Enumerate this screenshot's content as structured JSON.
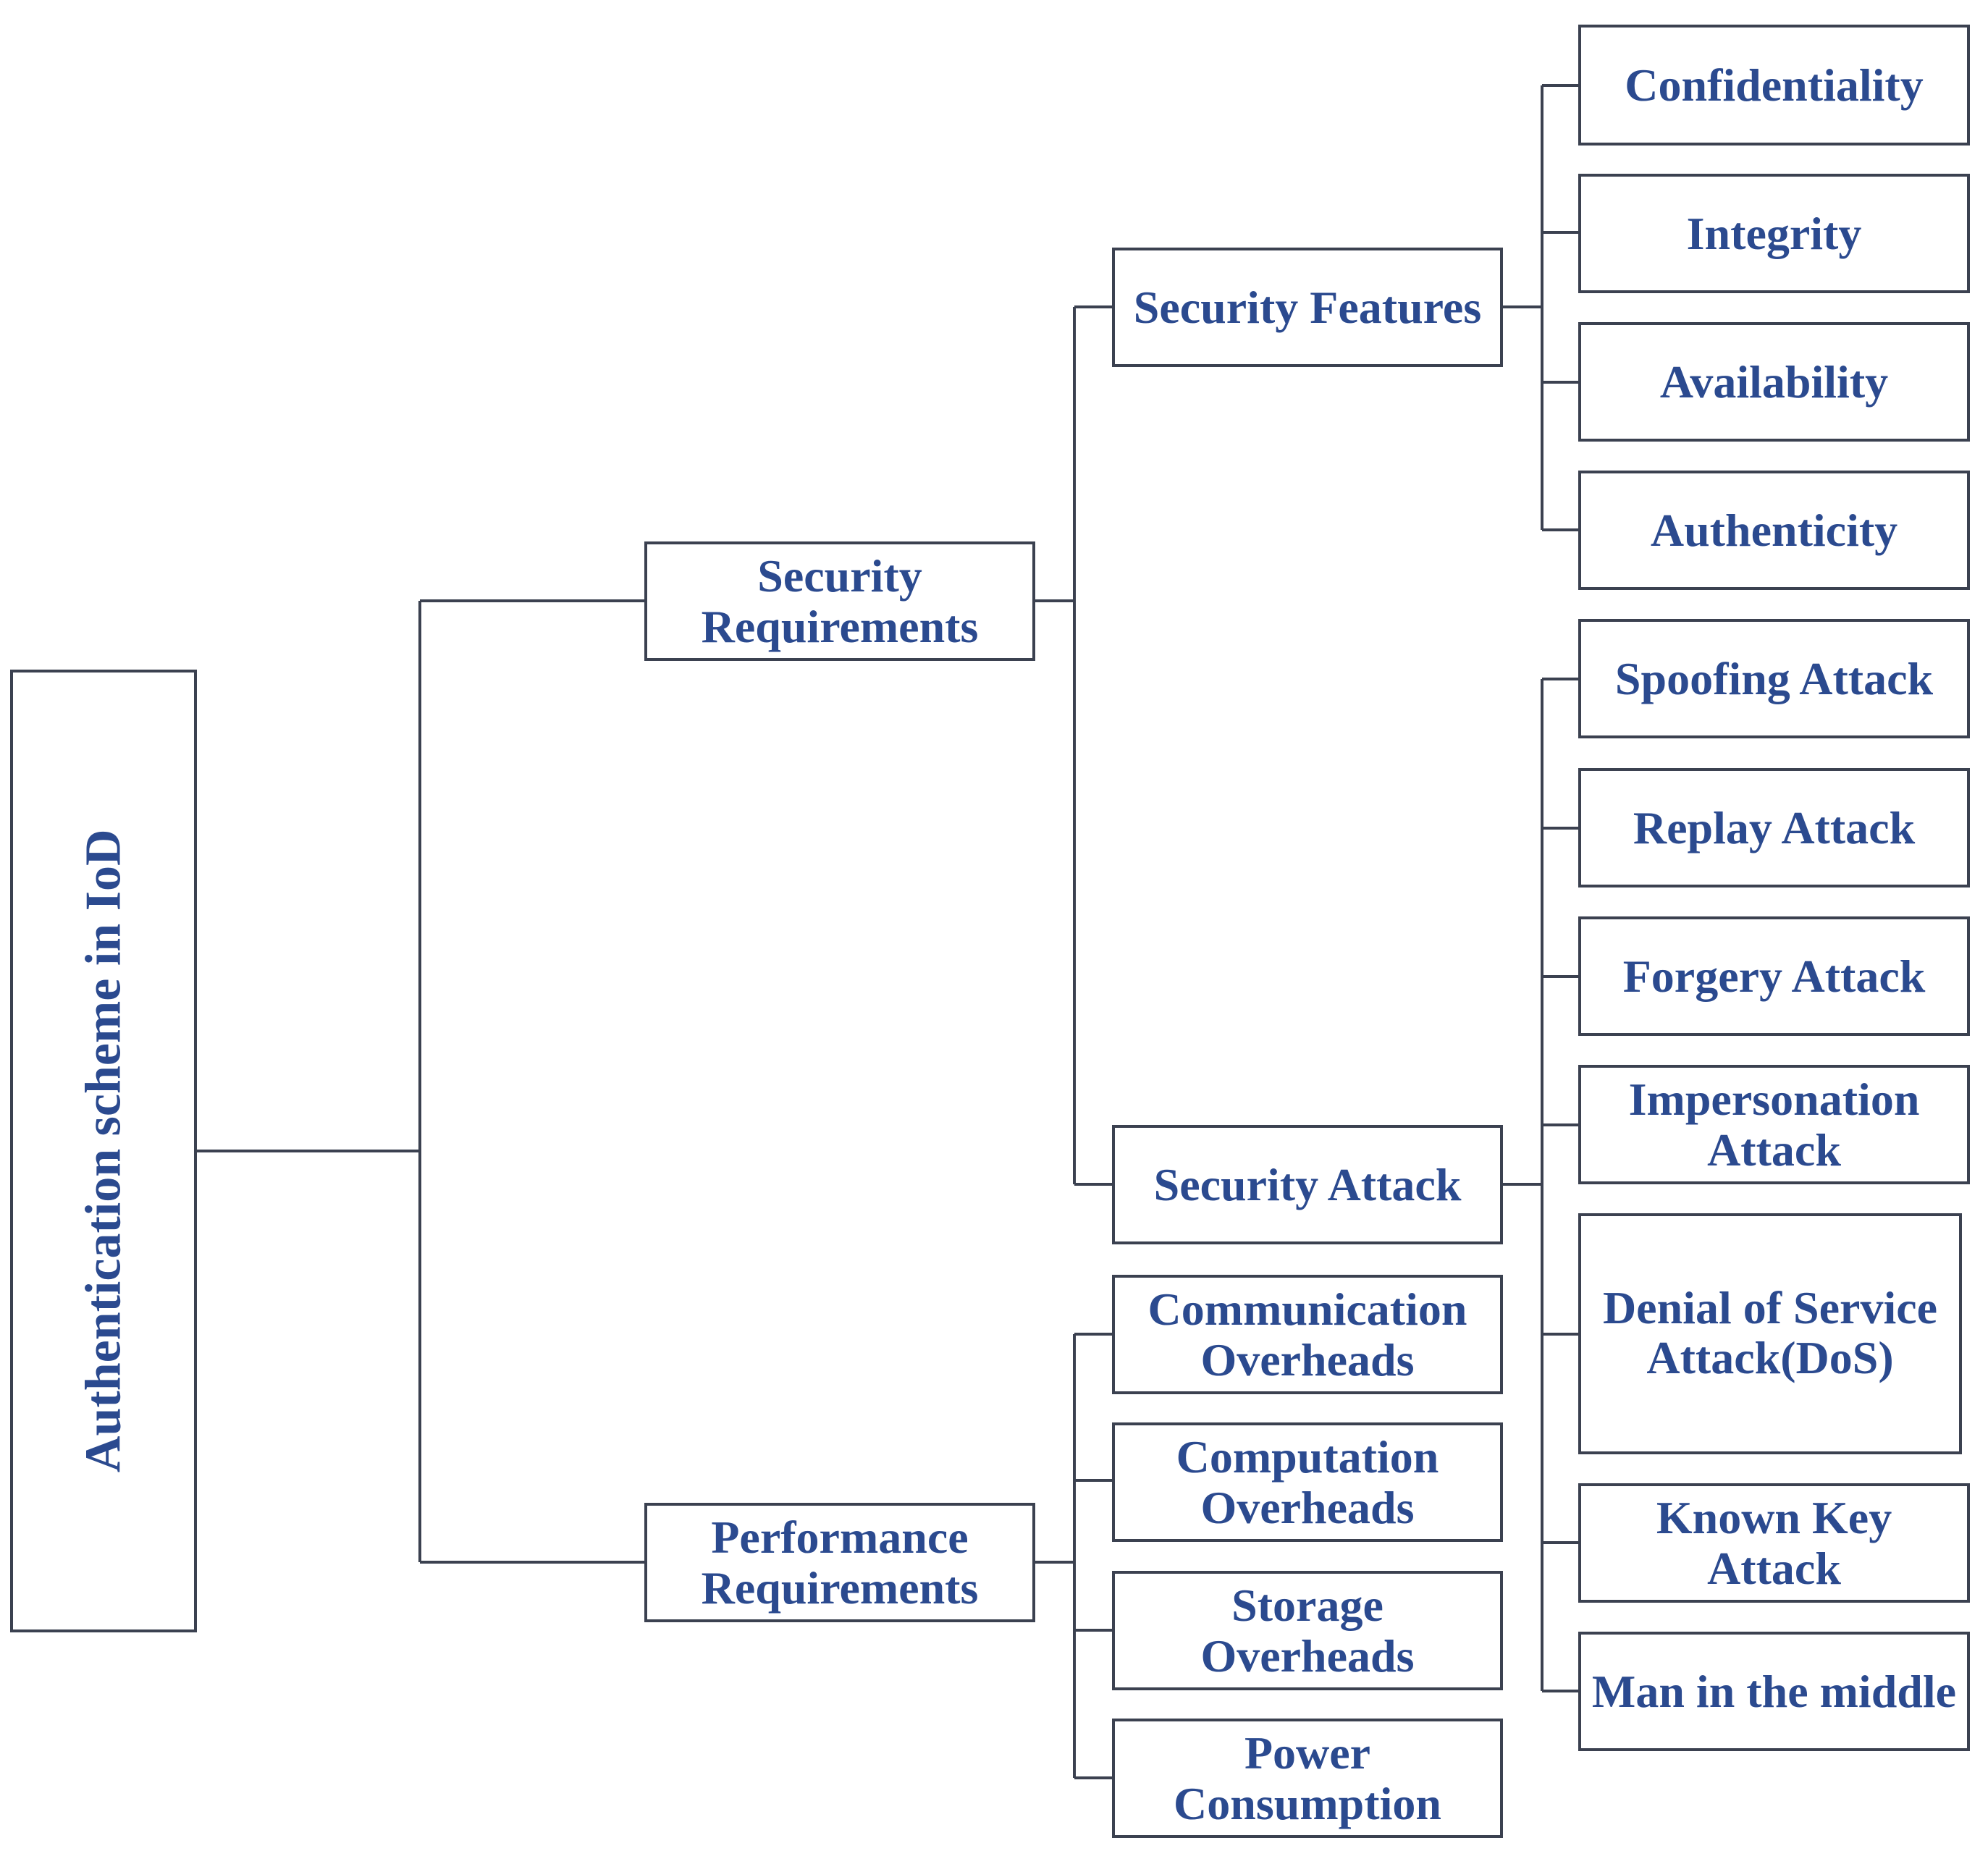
{
  "root": {
    "label": "Authentication scheme in IoD"
  },
  "security_requirements": {
    "label": "Security Requirements"
  },
  "performance_requirements": {
    "label": "Performance Requirements"
  },
  "security_features": {
    "label": "Security Features",
    "items": [
      "Confidentiality",
      "Integrity",
      "Availability",
      "Authenticity"
    ]
  },
  "security_attack": {
    "label": "Security Attack",
    "items": [
      "Spoofing Attack",
      "Replay Attack",
      "Forgery Attack",
      "Impersonation Attack",
      "Denial of Service Attack(DoS)",
      "Known Key Attack",
      "Man in the middle"
    ]
  },
  "performance_items": [
    "Communication Overheads",
    "Computation Overheads",
    "Storage Overheads",
    "Power Consumption"
  ],
  "colors": {
    "text": "#2b4a8f",
    "line": "#3b4150"
  }
}
